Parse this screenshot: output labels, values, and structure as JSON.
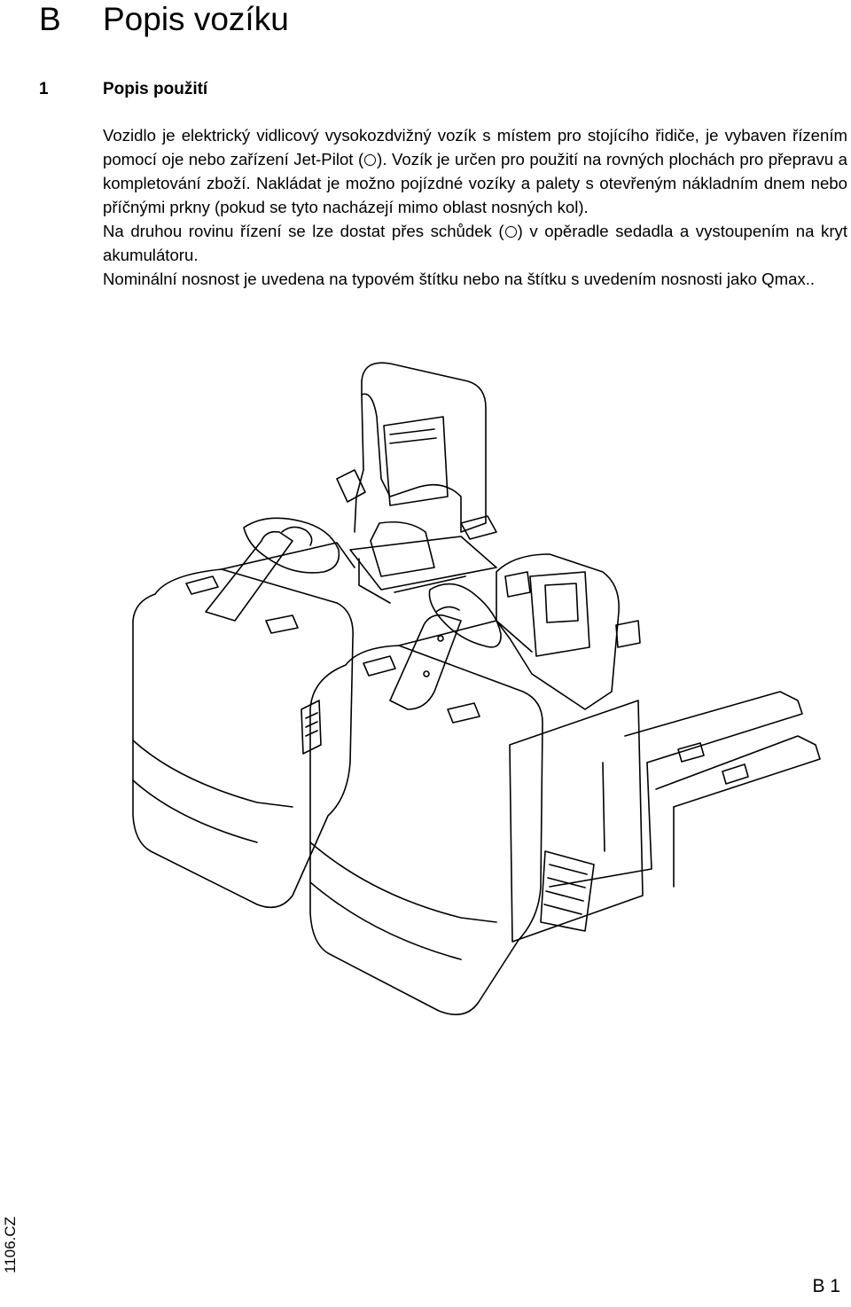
{
  "chapter": {
    "letter": "B",
    "title": "Popis vozíku"
  },
  "section": {
    "number": "1",
    "title": "Popis použití"
  },
  "paragraphs": [
    {
      "a": "Vozidlo je elektrický vidlicový vysokozdvižný vozík s místem pro stojícího řidiče, je vybaven řízením pomocí oje nebo zařízení Jet-Pilot (",
      "b": "). Vozík je určen pro použití na rovných plochách pro přepravu a kompletování zboží. Nakládat je možno pojízdné vozíky a palety s otevřeným nákladním dnem nebo příčnými prkny (pokud se tyto nacházejí mimo oblast nosných kol)."
    },
    {
      "a": "Na druhou rovinu řízení se lze dostat přes schůdek (",
      "b": ") v opěradle sedadla a vystoupením na kryt akumulátoru."
    },
    {
      "a": "Nominální nosnost je uvedena na typovém štítku nebo na štítku s uvedením nosnosti jako Qmax.."
    }
  ],
  "footer": {
    "doc_code": "1106.CZ",
    "page_number": "B 1"
  }
}
